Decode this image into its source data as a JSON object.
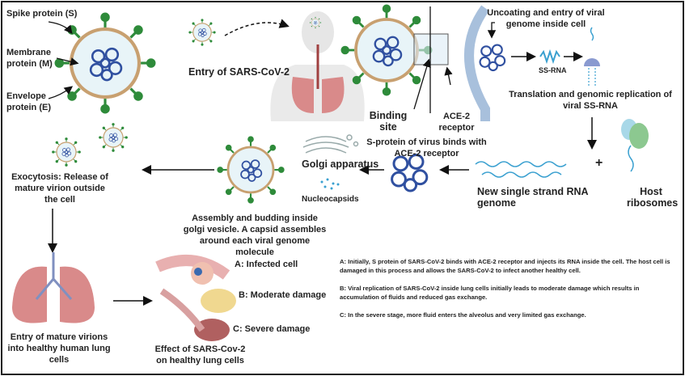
{
  "labels": {
    "spike": "Spike protein (S)",
    "membrane": "Membrane protein (M)",
    "envelope": "Envelope protein (E)",
    "entry": "Entry of SARS-CoV-2",
    "binding_site": "Binding site",
    "ace2": "ACE-2 receptor",
    "s_binds": "S-protein of virus binds with ACE-2 receptor",
    "uncoating": "Uncoating and entry of viral genome inside cell",
    "ssrna": "SS-RNA",
    "translation": "Translation and genomic replication of viral SS-RNA",
    "plus": "+",
    "host_ribosomes": "Host ribosomes",
    "new_rna": "New single strand RNA genome",
    "golgi": "Golgi apparatus",
    "nucleocapsids": "Nucleocapsids",
    "assembly": "Assembly and budding inside golgi vesicle. A capsid assembles around each viral genome molecule",
    "exocytosis": "Exocytosis: Release of mature virion outside the cell",
    "entry_mature": "Entry of mature virions into healthy human lung cells",
    "infected": "A: Infected cell",
    "moderate": "B: Moderate damage",
    "severe": "C: Severe damage",
    "effect": "Effect of SARS-Cov-2 on healthy lung cells"
  },
  "notes": [
    "A: Initially, S protein of SARS-CoV-2 binds with ACE-2 receptor and injects its RNA inside the cell. The host cell is damaged in this process and allows the SARS-CoV-2 to infect another healthy cell.",
    "B: Viral replication of SARS-CoV-2 inside lung cells initially leads to moderate damage which results in accumulation of fluids and reduced gas exchange.",
    "C: In the severe stage, more fluid enters the alveolus and very limited gas exchange."
  ],
  "colors": {
    "spike": "#2e8b3a",
    "envelope": "#c8a070",
    "genome": "#3050a0",
    "lung": "#d98a8a",
    "rna": "#3aa0d0"
  }
}
